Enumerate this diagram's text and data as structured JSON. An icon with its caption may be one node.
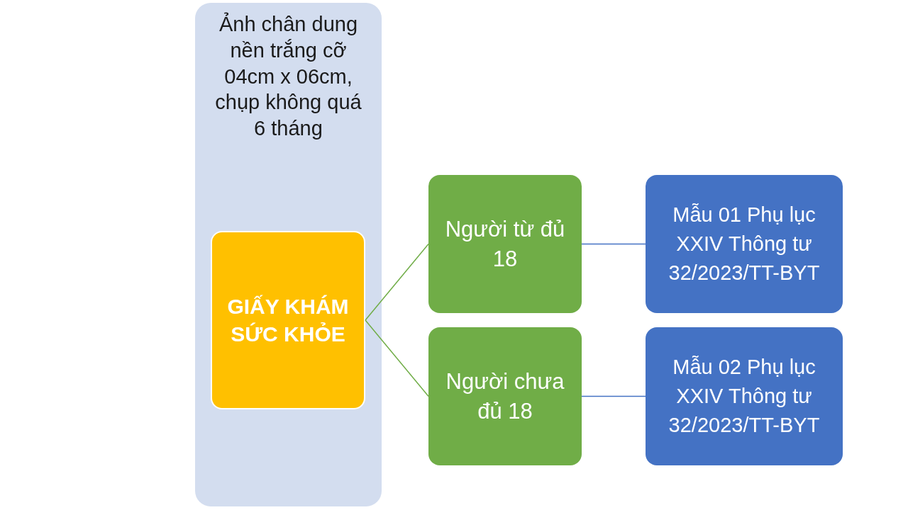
{
  "diagram": {
    "nodes": [
      {
        "text": [
          "Ảnh chân dung nền trắng cỡ 04cm x 06cm, chụp không quá 6 tháng"
        ]
      },
      {
        "text": [
          "GIẤY KHÁM SỨC KHỎE"
        ],
        "in": 0
      },
      {
        "text": [
          "Người từ đủ 18"
        ]
      },
      {
        "text": [
          "Mẫu 01 Phụ lục XXIV Thông tư 32/2023/TT-BYT"
        ]
      },
      {
        "text": [
          "Người chưa đủ 18"
        ]
      },
      {
        "text": [
          "Mẫu 02 Phụ lục XXIV Thông tư 32/2023/TT-BYT"
        ]
      }
    ],
    "edges": [
      {
        "from": 1,
        "to": 2,
        "arrow": "none",
        "color": "#70ad47"
      },
      {
        "from": 1,
        "to": 4,
        "arrow": "none",
        "color": "#70ad47"
      },
      {
        "from": 2,
        "to": 3,
        "arrow": "none",
        "color": "#4472c4"
      },
      {
        "from": 4,
        "to": 5,
        "arrow": "none",
        "color": "#4472c4"
      }
    ]
  }
}
